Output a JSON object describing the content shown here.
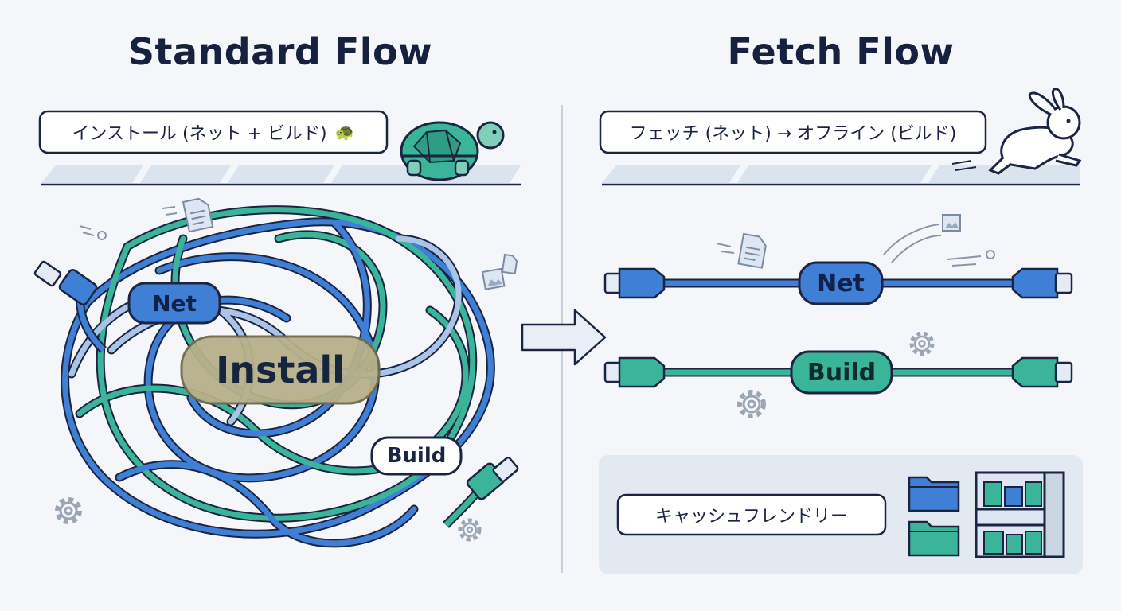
{
  "left_panel": {
    "title": "Standard Flow",
    "step_label": "インストール (ネット + ビルド)",
    "step_icon": "turtle-icon",
    "tags": {
      "net": "Net",
      "install": "Install",
      "build": "Build"
    }
  },
  "right_panel": {
    "title": "Fetch Flow",
    "step_label": "フェッチ (ネット) → オフライン (ビルド)",
    "step_icon": "rabbit-icon",
    "tags": {
      "net": "Net",
      "build": "Build"
    },
    "cache_label": "キャッシュフレンドリー"
  },
  "colors": {
    "blue_cable": "#3f7fd6",
    "green_cable": "#3bb59a",
    "light_cable": "#a9c4e6",
    "outline": "#1b2440",
    "background": "#f4f6f9"
  }
}
